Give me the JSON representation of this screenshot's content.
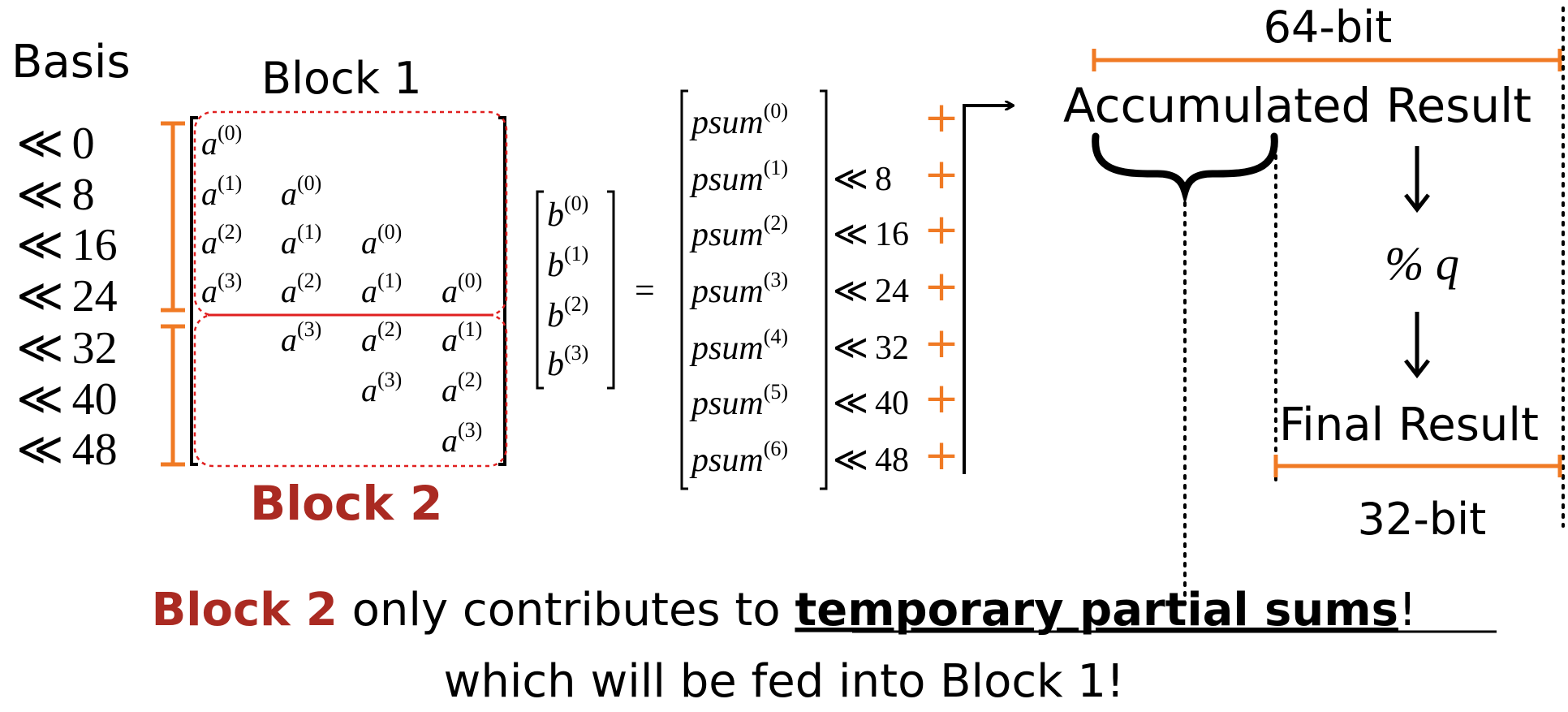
{
  "colors": {
    "text": "#000000",
    "accent_orange": "#f07a24",
    "block2_red": "#aa2a22",
    "dashed_red": "#e02020"
  },
  "basis": {
    "title": "Basis",
    "shift_symbol": "≪",
    "shifts": [
      "0",
      "8",
      "16",
      "24",
      "32",
      "40",
      "48"
    ]
  },
  "block1": {
    "label": "Block 1"
  },
  "block2": {
    "label": "Block 2"
  },
  "matrix_a": {
    "base": "a",
    "rows": [
      [
        "(0)",
        "",
        "",
        ""
      ],
      [
        "(1)",
        "(0)",
        "",
        ""
      ],
      [
        "(2)",
        "(1)",
        "(0)",
        ""
      ],
      [
        "(3)",
        "(2)",
        "(1)",
        "(0)"
      ],
      [
        "",
        "(3)",
        "(2)",
        "(1)"
      ],
      [
        "",
        "",
        "(3)",
        "(2)"
      ],
      [
        "",
        "",
        "",
        "(3)"
      ]
    ]
  },
  "vector_b": {
    "base": "b",
    "sups": [
      "(0)",
      "(1)",
      "(2)",
      "(3)"
    ]
  },
  "equals": "=",
  "psum": {
    "base": "psum",
    "sups": [
      "(0)",
      "(1)",
      "(2)",
      "(3)",
      "(4)",
      "(5)",
      "(6)"
    ],
    "shifts": [
      "",
      "8",
      "16",
      "24",
      "32",
      "40",
      "48"
    ],
    "plus": "+"
  },
  "accumulated": {
    "width_label": "64-bit",
    "title": "Accumulated Result",
    "mod_op": "% q",
    "final_title": "Final Result",
    "final_width_label": "32-bit"
  },
  "caption": {
    "line1_red": "Block 2",
    "line1_mid": " only contributes to ",
    "line1_bold": "temporary partial sums",
    "line1_end": "!",
    "line2": "which will be fed into Block 1!"
  }
}
